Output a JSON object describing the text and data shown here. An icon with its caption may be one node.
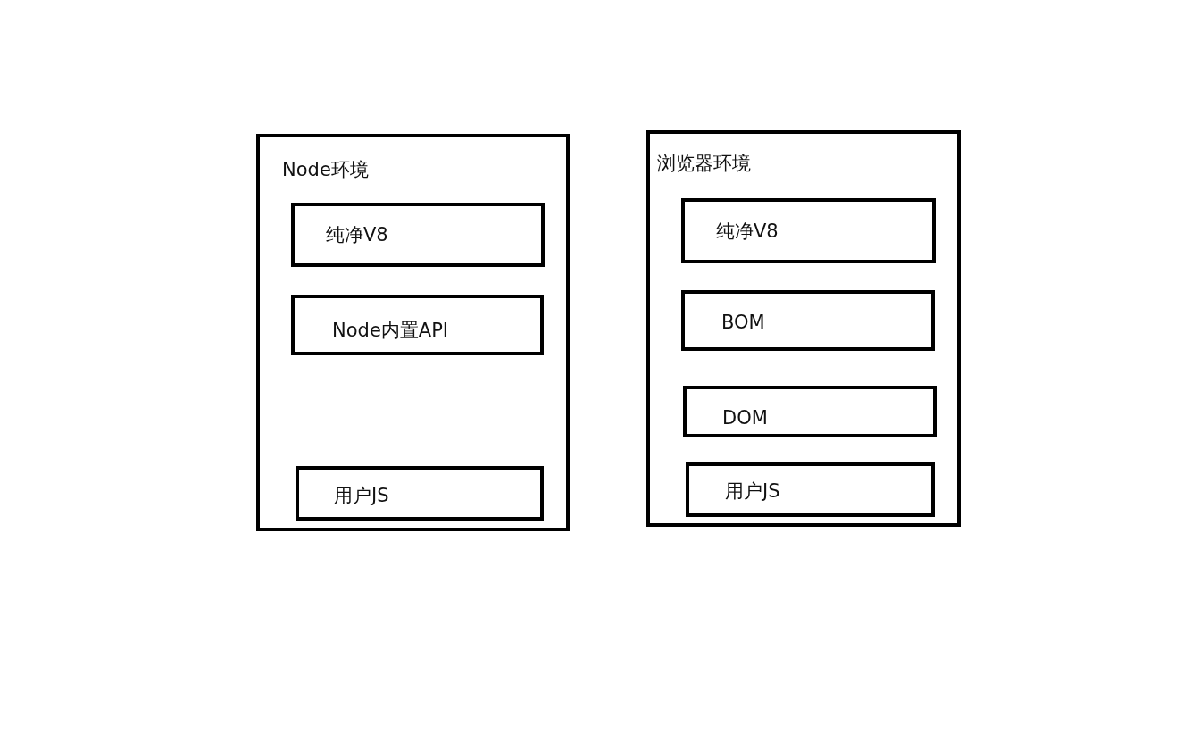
{
  "diagram": {
    "nodes": [
      {
        "text": [
          "Node环境"
        ]
      },
      {
        "text": [
          "纯净V8"
        ],
        "in": 0
      },
      {
        "text": [
          "Node内置API"
        ],
        "in": 0
      },
      {
        "text": [
          "用户JS"
        ],
        "in": 0
      },
      {
        "text": [
          "浏览器环境"
        ]
      },
      {
        "text": [
          "纯净V8"
        ],
        "in": 4
      },
      {
        "text": [
          "BOM"
        ],
        "in": 4
      },
      {
        "text": [
          "DOM"
        ],
        "in": 4
      },
      {
        "text": [
          "用户JS"
        ],
        "in": 4
      }
    ],
    "edges": []
  }
}
